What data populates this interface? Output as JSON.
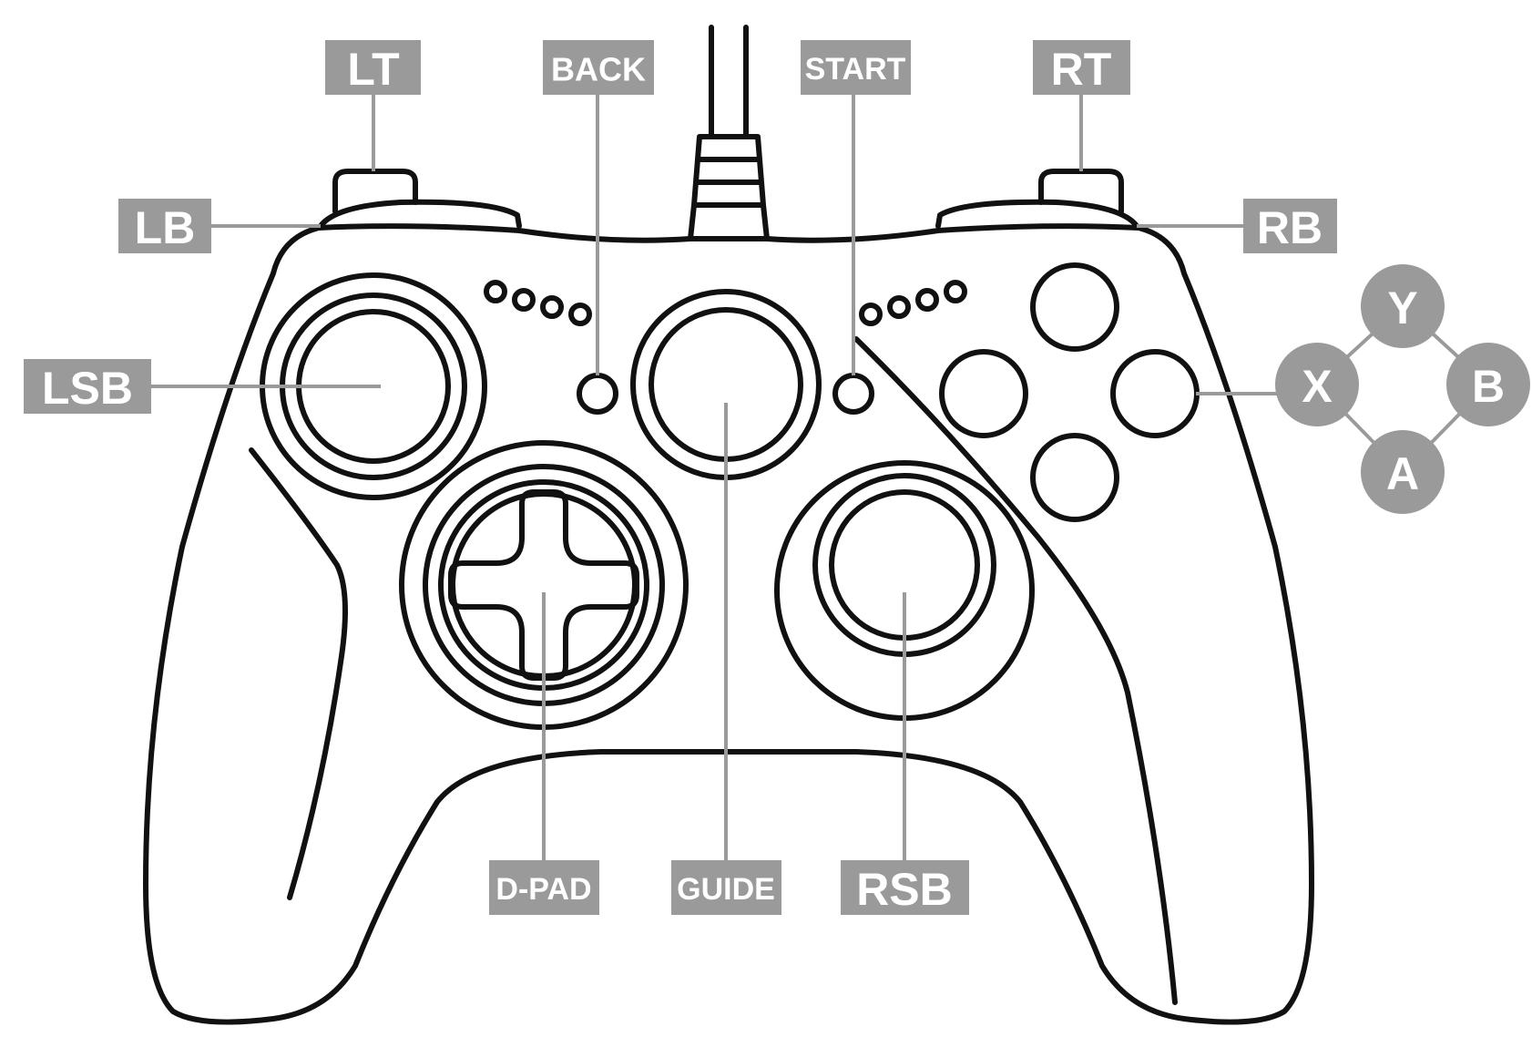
{
  "labels": {
    "lt": "LT",
    "back": "BACK",
    "start": "START",
    "rt": "RT",
    "lb": "LB",
    "rb": "RB",
    "lsb": "LSB",
    "dpad": "D-PAD",
    "guide": "GUIDE",
    "rsb": "RSB"
  },
  "face_buttons": {
    "y": "Y",
    "x": "X",
    "b": "B",
    "a": "A"
  },
  "colors": {
    "label_background": "#9a9a9a",
    "label_text": "#ffffff",
    "outline": "#111111"
  }
}
